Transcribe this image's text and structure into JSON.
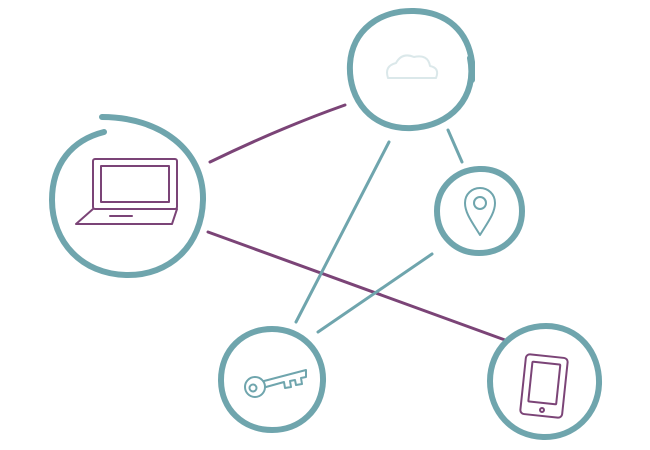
{
  "colors": {
    "ring": "#6fa5ad",
    "link_purple": "#7b4477",
    "link_teal": "#6fa5ad",
    "icon_purple": "#7b4477",
    "icon_teal": "#6fa5ad",
    "background": "#ffffff"
  },
  "nodes": [
    {
      "id": "cloud",
      "icon": "cloud-icon"
    },
    {
      "id": "laptop",
      "icon": "laptop-icon"
    },
    {
      "id": "location",
      "icon": "location-pin-icon"
    },
    {
      "id": "key",
      "icon": "key-icon"
    },
    {
      "id": "phone",
      "icon": "smartphone-icon"
    }
  ],
  "links": [
    {
      "from": "laptop",
      "to": "cloud",
      "color": "purple"
    },
    {
      "from": "laptop",
      "to": "phone",
      "color": "purple"
    },
    {
      "from": "cloud",
      "to": "location",
      "color": "teal"
    },
    {
      "from": "cloud",
      "to": "key",
      "color": "teal"
    },
    {
      "from": "location",
      "to": "key",
      "color": "teal"
    }
  ]
}
